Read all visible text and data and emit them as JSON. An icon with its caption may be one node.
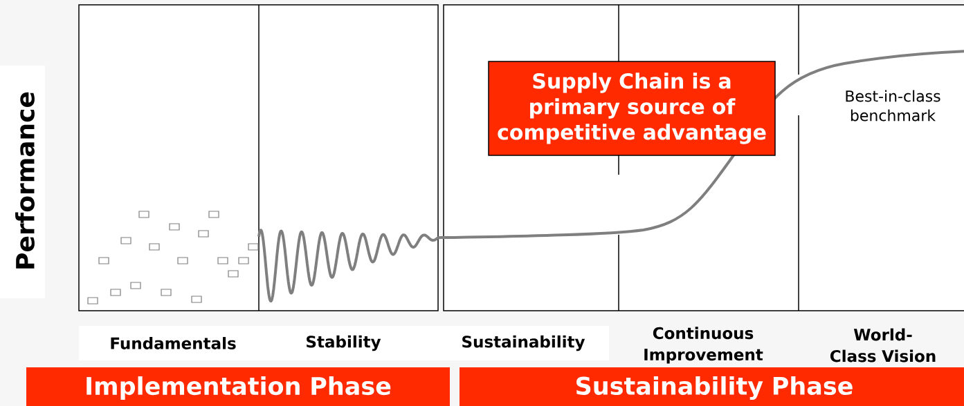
{
  "diagram": {
    "nodes": [
      {
        "text": [
          "Supply Chain is a primary source of competitive advantage"
        ]
      },
      {
        "text": [
          "Implementation Phase"
        ]
      },
      {
        "text": [
          "Sustainability Phase"
        ]
      }
    ],
    "labels": [
      "Performance",
      "Best-in-class benchmark",
      "Fundamentals",
      "Stability",
      "Sustainability",
      "Continuous Improvement",
      "World-Class Vision"
    ]
  }
}
